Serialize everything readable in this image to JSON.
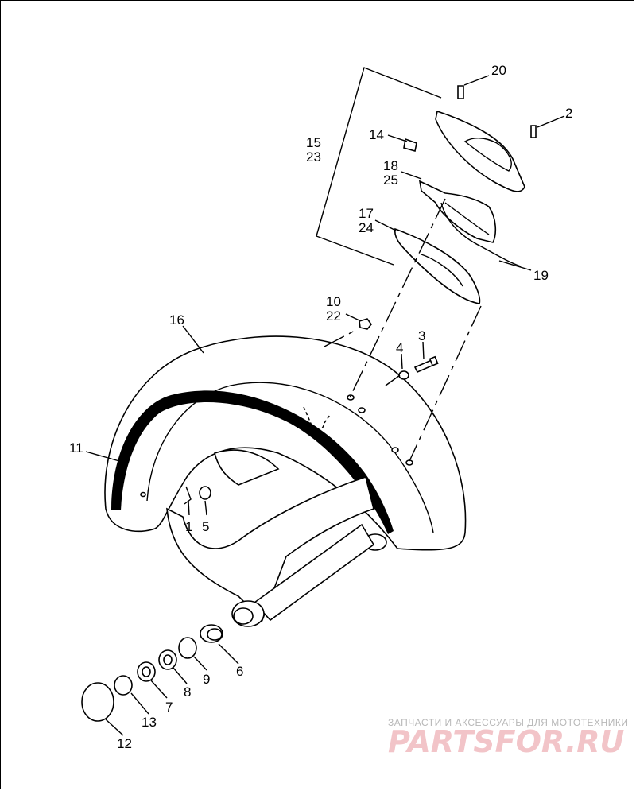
{
  "diagram": {
    "callouts": [
      {
        "id": "c20",
        "text": "20"
      },
      {
        "id": "c2",
        "text": "2"
      },
      {
        "id": "c15",
        "text": "15"
      },
      {
        "id": "c23",
        "text": "23"
      },
      {
        "id": "c14",
        "text": "14"
      },
      {
        "id": "c18",
        "text": "18"
      },
      {
        "id": "c25",
        "text": "25"
      },
      {
        "id": "c17",
        "text": "17"
      },
      {
        "id": "c24",
        "text": "24"
      },
      {
        "id": "c19",
        "text": "19"
      },
      {
        "id": "c10",
        "text": "10"
      },
      {
        "id": "c22",
        "text": "22"
      },
      {
        "id": "c16",
        "text": "16"
      },
      {
        "id": "c3",
        "text": "3"
      },
      {
        "id": "c4",
        "text": "4"
      },
      {
        "id": "c11",
        "text": "11"
      },
      {
        "id": "c1",
        "text": "1"
      },
      {
        "id": "c5",
        "text": "5"
      },
      {
        "id": "c6",
        "text": "6"
      },
      {
        "id": "c9",
        "text": "9"
      },
      {
        "id": "c8",
        "text": "8"
      },
      {
        "id": "c7",
        "text": "7"
      },
      {
        "id": "c13",
        "text": "13"
      },
      {
        "id": "c12",
        "text": "12"
      }
    ]
  },
  "watermark": {
    "caption": "ЗАПЧАСТИ И АКСЕССУАРЫ ДЛЯ МОТОТЕХНИКИ",
    "brand": "PARTSFOR.RU"
  }
}
